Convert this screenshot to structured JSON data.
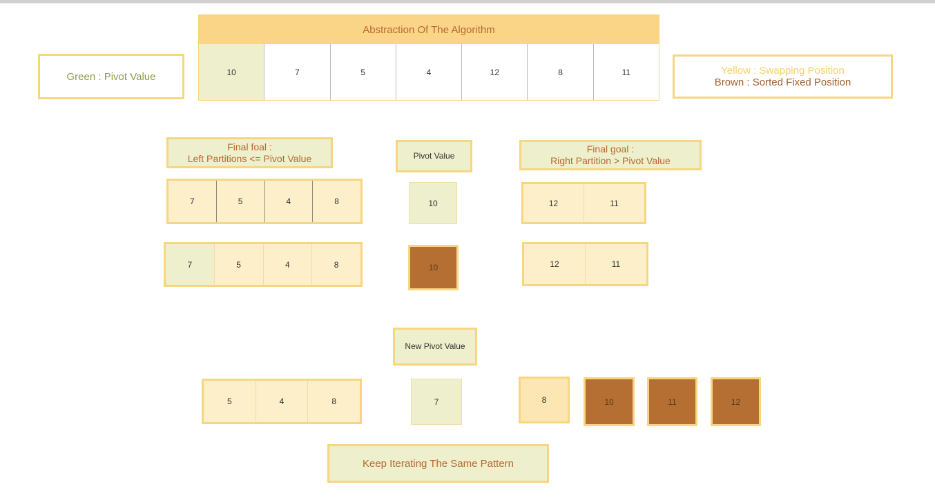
{
  "header": {
    "title": "Abstraction  Of  The  Algorithm"
  },
  "main_array": [
    "10",
    "7",
    "5",
    "4",
    "12",
    "8",
    "11"
  ],
  "legend_left": {
    "text": "Green  :  Pivot Value"
  },
  "legend_right": {
    "yellow_line": "Yellow   :   Swapping  Position",
    "brown_line": "Brown   :   Sorted  Fixed  Position"
  },
  "left_goal": {
    "line1": "Final foal :",
    "line2": "Left Partitions  <=  Pivot Value"
  },
  "pivot_label": "Pivot   Value",
  "right_goal": {
    "line1": "Final goal :",
    "line2": "Right Partition  >  Pivot Value"
  },
  "step1": {
    "left": [
      "7",
      "5",
      "4",
      "8"
    ],
    "pivot": "10",
    "right": [
      "12",
      "11"
    ]
  },
  "step2": {
    "left": [
      "7",
      "5",
      "4",
      "8"
    ],
    "pivot": "10",
    "right": [
      "12",
      "11"
    ]
  },
  "new_pivot_label": "New   Pivot   Value",
  "step3": {
    "left": [
      "5",
      "4",
      "8"
    ],
    "pivot": "7",
    "swap": "8",
    "fixed": [
      "10",
      "11",
      "12"
    ]
  },
  "footer": {
    "text": "Keep  Iterating  The  Same  Pattern"
  },
  "colors": {
    "pivot_green": "#eeefcc",
    "swap_yellow": "#fcefc9",
    "fixed_brown": "#b56f33",
    "border_gold": "#f6d67e",
    "title_text": "#b5682e",
    "legend_green_text": "#8c9f43"
  }
}
